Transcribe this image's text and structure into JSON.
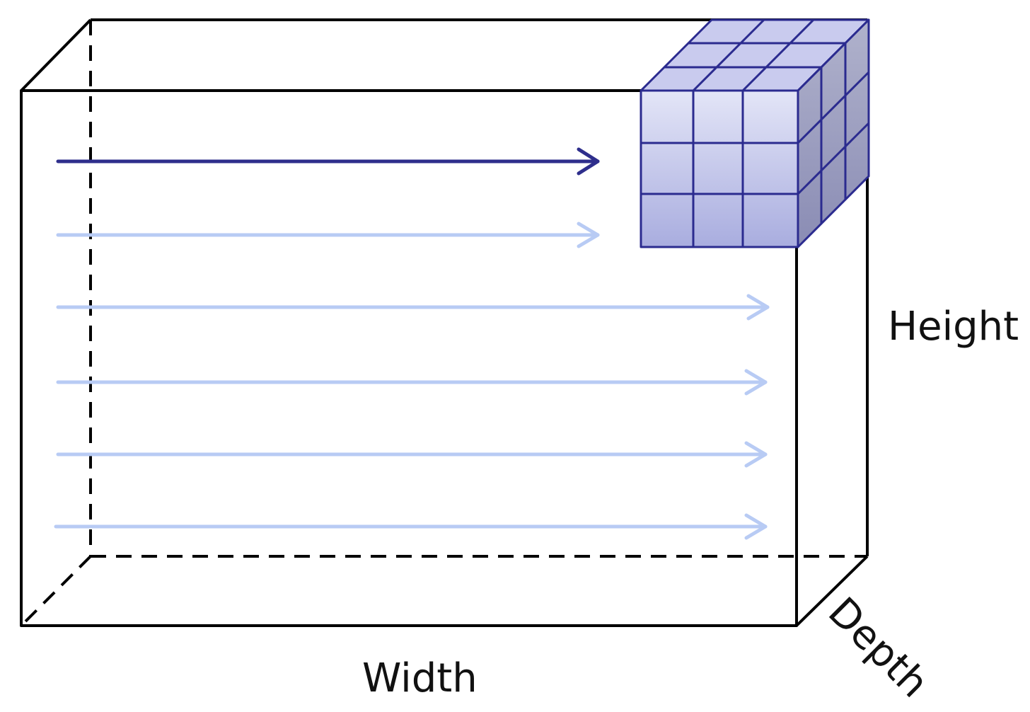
{
  "labels": {
    "height": "Height",
    "width": "Width",
    "depth": "Depth"
  },
  "colors": {
    "outline": "#000000",
    "arrow_active": "#2e2e8c",
    "arrow_inactive": "#b8cbf4",
    "cube_stroke": "#2b2b8f",
    "cube_front_top": "#e3e5f7",
    "cube_front_bottom": "#a9addf",
    "cube_top_face": "#c9cbee",
    "cube_side_top": "#b0b2cc",
    "cube_side_bottom": "#8a8cb4"
  },
  "cube": {
    "rows": 3,
    "cols": 3,
    "depth_layers": 3
  },
  "arrows": [
    {
      "state": "active"
    },
    {
      "state": "inactive"
    },
    {
      "state": "inactive"
    },
    {
      "state": "inactive"
    },
    {
      "state": "inactive"
    },
    {
      "state": "inactive"
    }
  ]
}
